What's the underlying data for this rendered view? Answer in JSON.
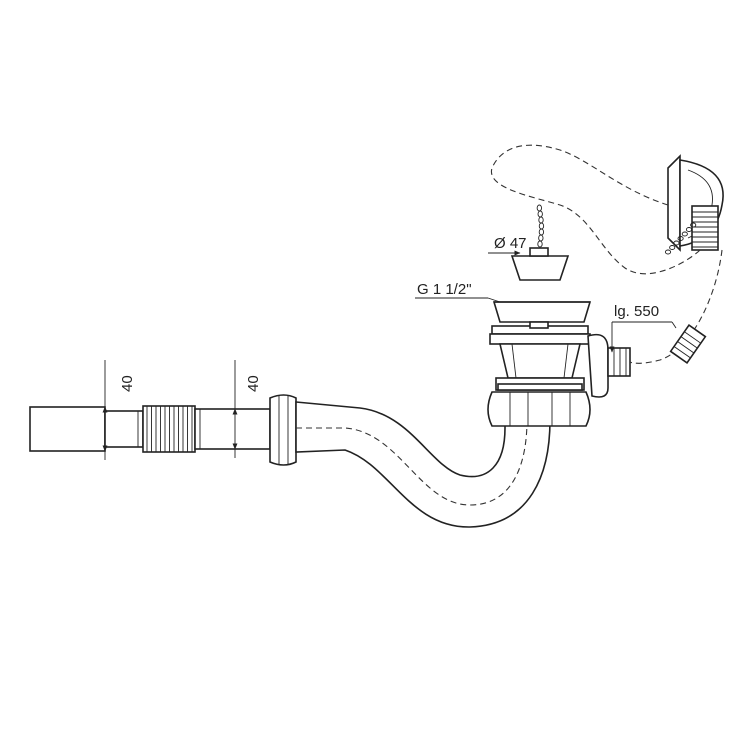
{
  "dimensions": {
    "height_left": "40",
    "height_right": "40",
    "plug_diameter": "Ø 47",
    "thread": "G 1 1/2\"",
    "chain_length": "lg. 550"
  }
}
